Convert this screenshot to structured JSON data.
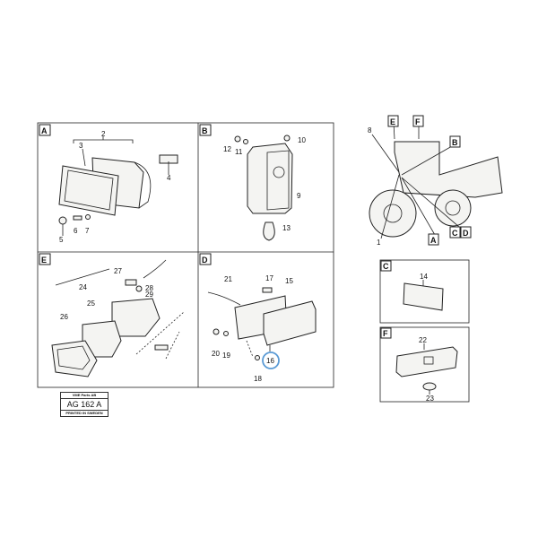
{
  "panels": {
    "A": "A",
    "B": "B",
    "C": "C",
    "D": "D",
    "E": "E",
    "F": "F"
  },
  "callouts": {
    "p1": "1",
    "p2": "2",
    "p3": "3",
    "p4": "4",
    "p5": "5",
    "p6": "6",
    "p7": "7",
    "p8": "8",
    "p9": "9",
    "p10": "10",
    "p11": "11",
    "p12": "12",
    "p13": "13",
    "p14": "14",
    "p15": "15",
    "p16": "16",
    "p17": "17",
    "p18": "18",
    "p19": "19",
    "p20": "20",
    "p21": "21",
    "p22": "22",
    "p23": "23",
    "p24": "24",
    "p25": "25",
    "p26": "26",
    "p27": "27",
    "p28": "28",
    "p29": "29"
  },
  "highlighted_callout": "16",
  "highlight_color": "#5b9bd5",
  "stamp": {
    "company": "VME Parts AB",
    "code": "AG 162 A",
    "printed": "PRINTED IN SWEDEN"
  }
}
